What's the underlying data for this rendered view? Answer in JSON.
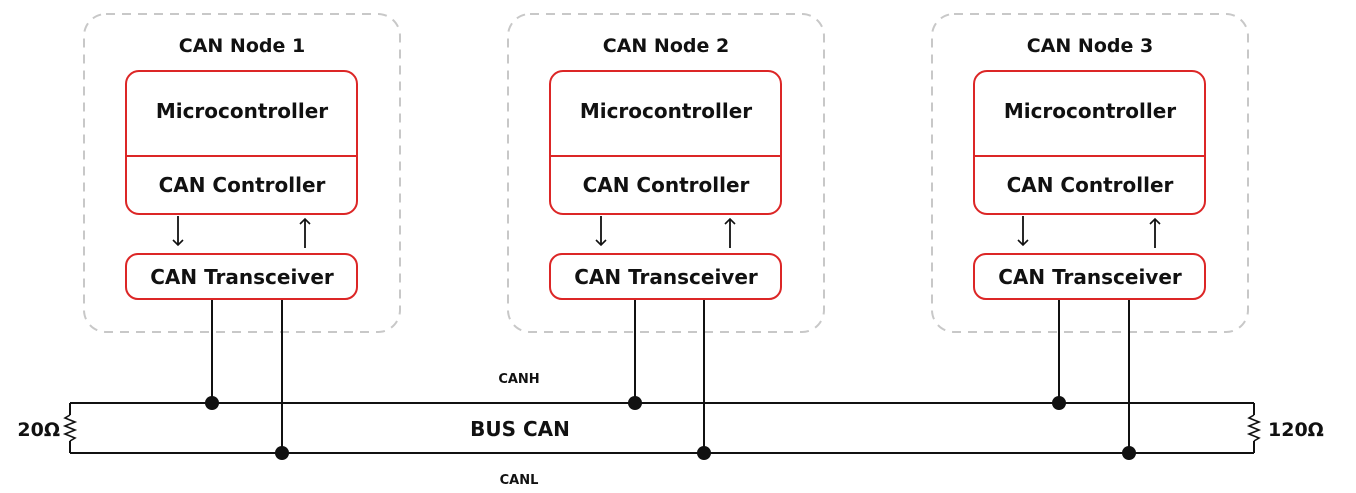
{
  "colors": {
    "accent": "#dc2626",
    "line": "#111111",
    "group_border": "#c8c8c8",
    "background": "#ffffff"
  },
  "nodes": [
    {
      "title": "CAN Node 1",
      "microcontroller": "Microcontroller",
      "controller": "CAN Controller",
      "transceiver": "CAN Transceiver"
    },
    {
      "title": "CAN Node 2",
      "microcontroller": "Microcontroller",
      "controller": "CAN Controller",
      "transceiver": "CAN Transceiver"
    },
    {
      "title": "CAN Node 3",
      "microcontroller": "Microcontroller",
      "controller": "CAN Controller",
      "transceiver": "CAN Transceiver"
    }
  ],
  "bus": {
    "label": "BUS CAN",
    "high_line": "CANH",
    "low_line": "CANL",
    "left_resistor": "20Ω",
    "right_resistor": "120Ω"
  }
}
